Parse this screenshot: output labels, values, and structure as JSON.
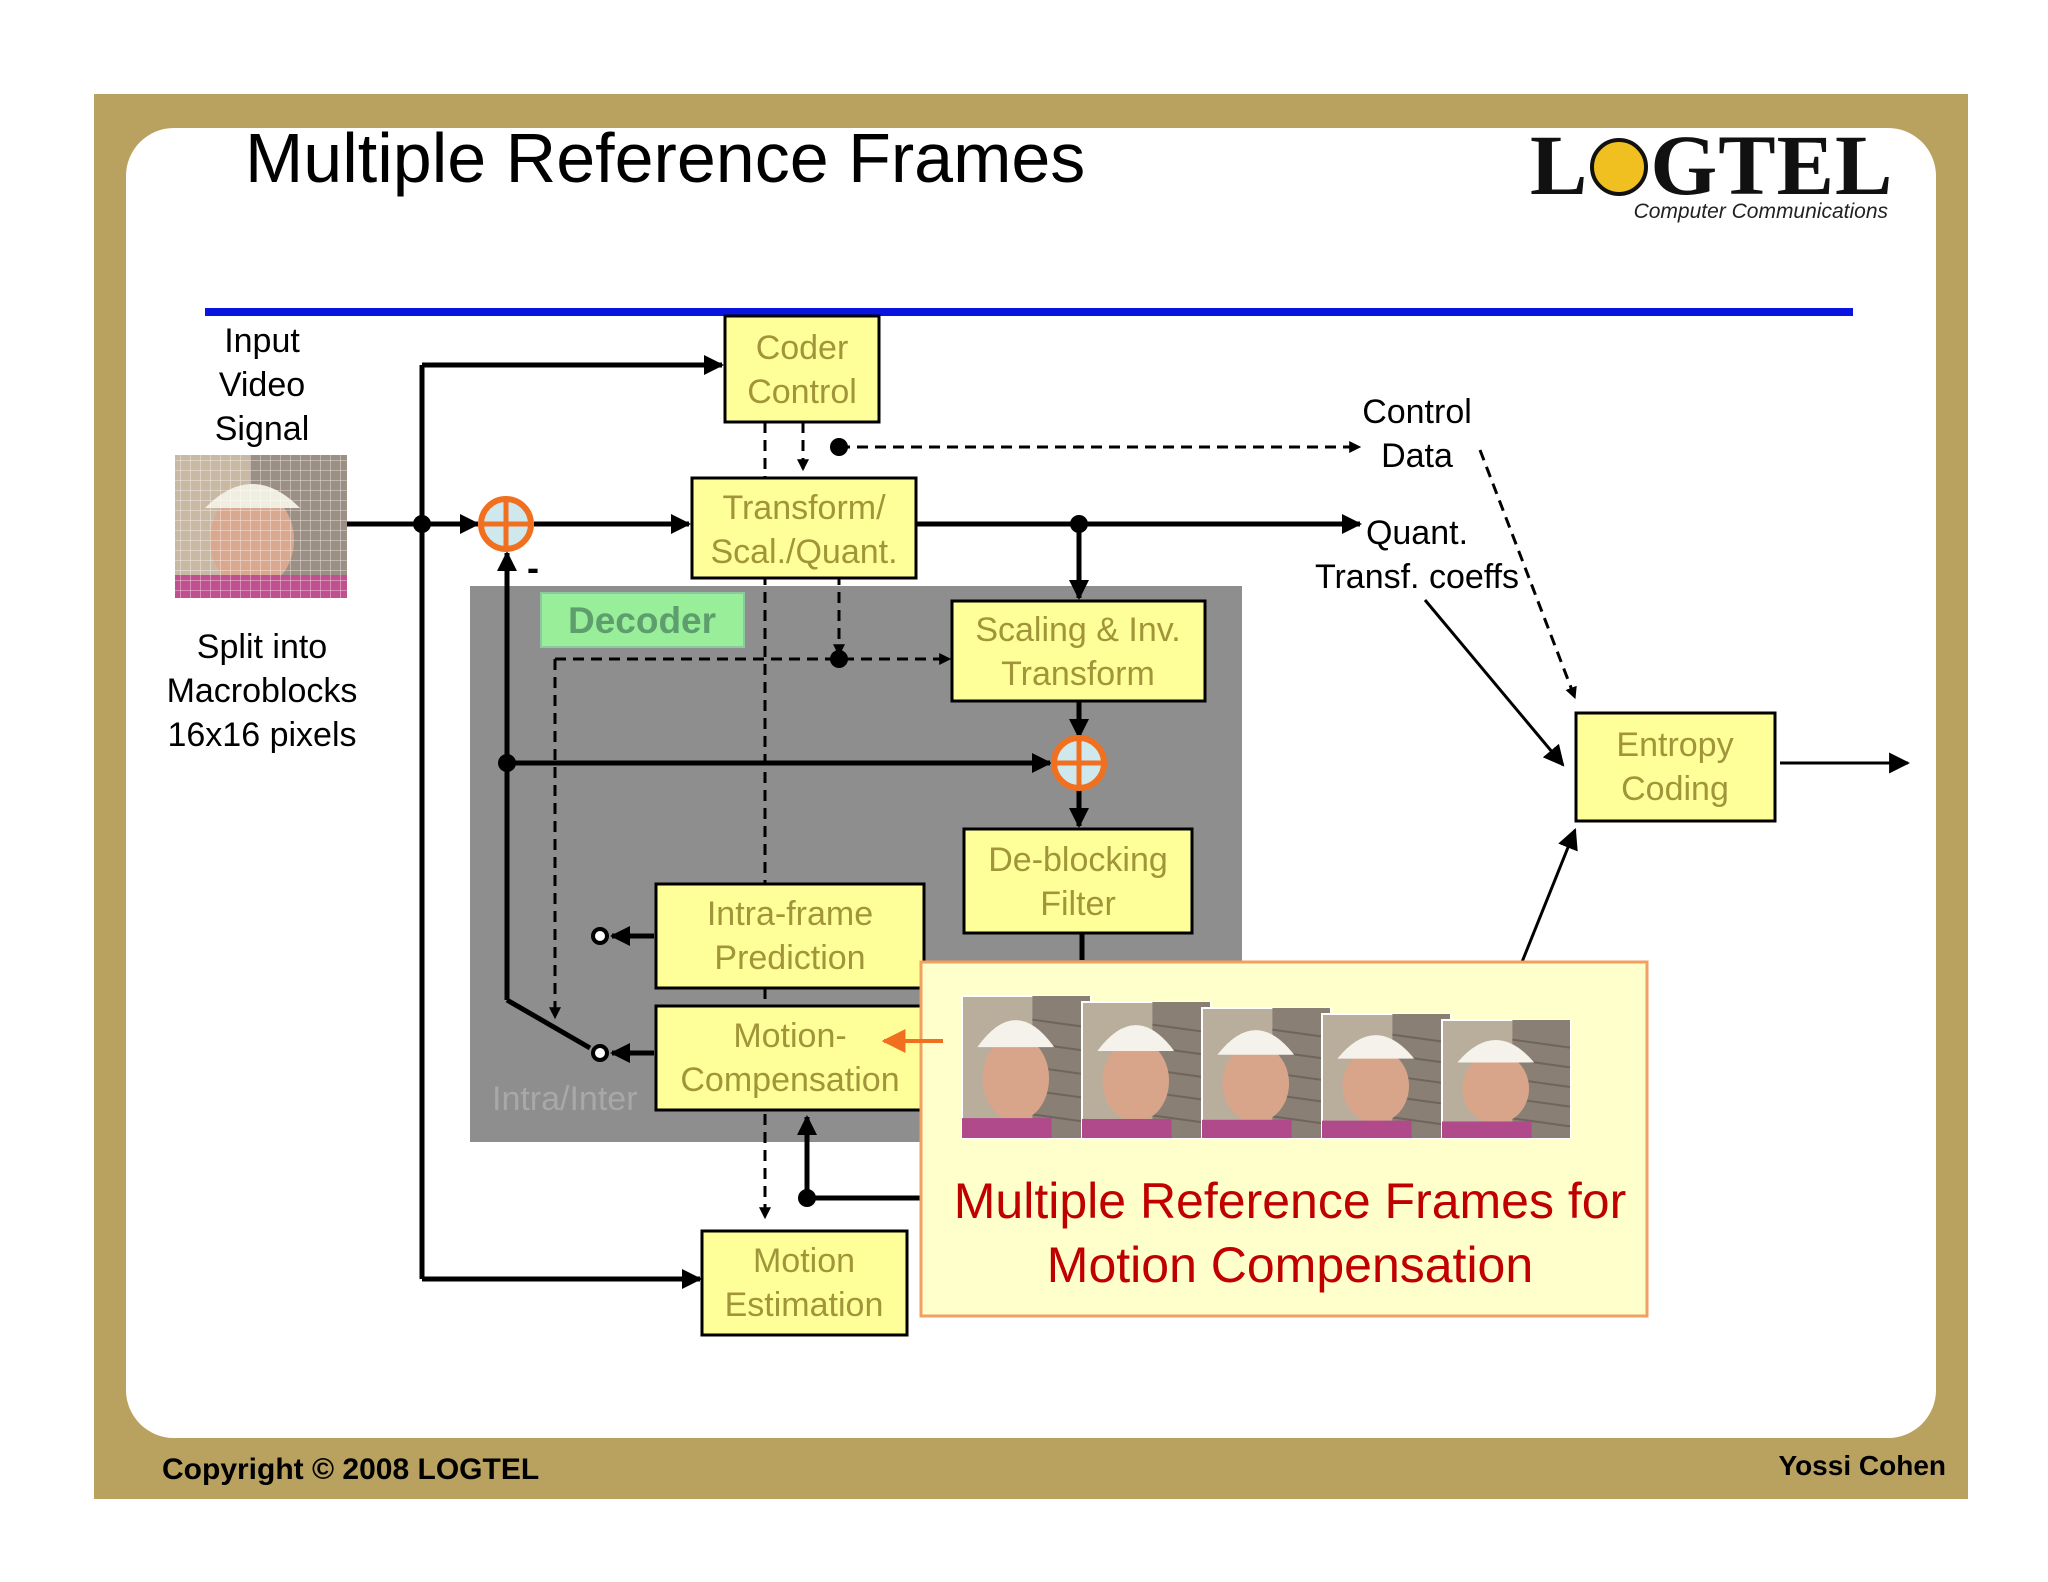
{
  "slide": {
    "title": "Multiple Reference Frames",
    "logo": {
      "text": "LOGTEL",
      "subtitle": "Computer Communications"
    },
    "footer": {
      "copyright": "Copyright © 2008 LOGTEL",
      "author": "Yossi Cohen"
    }
  },
  "diagram": {
    "input_label": [
      "Input",
      "Video",
      "Signal"
    ],
    "split_label": [
      "Split into",
      "Macroblocks",
      "16x16 pixels"
    ],
    "minus_sign": "-",
    "decoder_label": "Decoder",
    "intra_inter_label": "Intra/Inter",
    "control_data_label": [
      "Control",
      "Data"
    ],
    "quant_label": [
      "Quant.",
      "Transf. coeffs"
    ],
    "blocks": {
      "coder_control": [
        "Coder",
        "Control"
      ],
      "transform": [
        "Transform/",
        "Scal./Quant."
      ],
      "scaling": [
        "Scaling & Inv.",
        "Transform"
      ],
      "entropy": [
        "Entropy",
        "Coding"
      ],
      "deblocking": [
        "De-blocking",
        "Filter"
      ],
      "intra_pred": [
        "Intra-frame",
        "Prediction"
      ],
      "motion_comp": [
        "Motion-",
        "Compensation"
      ],
      "motion_est": [
        "Motion",
        "Estimation"
      ]
    },
    "callout": {
      "lines": [
        "Multiple Reference Frames for",
        "Motion Compensation"
      ],
      "frame_count": 5
    }
  },
  "colors": {
    "frame": "#b9a260",
    "block_fill": "#ffff99",
    "block_text": "#a0953a",
    "decoder_bg": "#8e8e8e",
    "decoder_label_bg": "#99ee99",
    "decoder_label_text": "#5e9e6e",
    "rule": "#0a14e0",
    "summer": "#f07020",
    "callout_text": "#c00000",
    "callout_border": "#f0a060",
    "callout_fill": "#ffffcc"
  }
}
